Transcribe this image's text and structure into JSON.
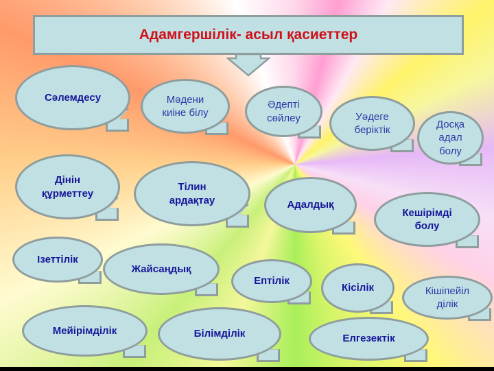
{
  "title": "Адамгершілік- асыл қасиеттер",
  "colors": {
    "title_text": "#d0101a",
    "bubble_fill": "#c0e0e3",
    "bubble_border": "#8f9d9d",
    "bubble_text": "#16169a"
  },
  "qualities": [
    "Сәлемдесу",
    "Мәдени\nкиіне білу",
    "Әдепті\nсөйлеу",
    "Уәдеге\nберіктік",
    "Досқа\nадал\nболу",
    "Дінін\nқұрметтеу",
    "Тілин\nардақтау",
    "Адалдық",
    "Кешірімді\nболу",
    "Ізеттілік",
    "Жайсаңдық",
    "Ептілік",
    "Кісілік",
    "Кішіпейіл\nділік",
    "Мейірімділік",
    "Білімділік",
    "Елгезектік"
  ]
}
